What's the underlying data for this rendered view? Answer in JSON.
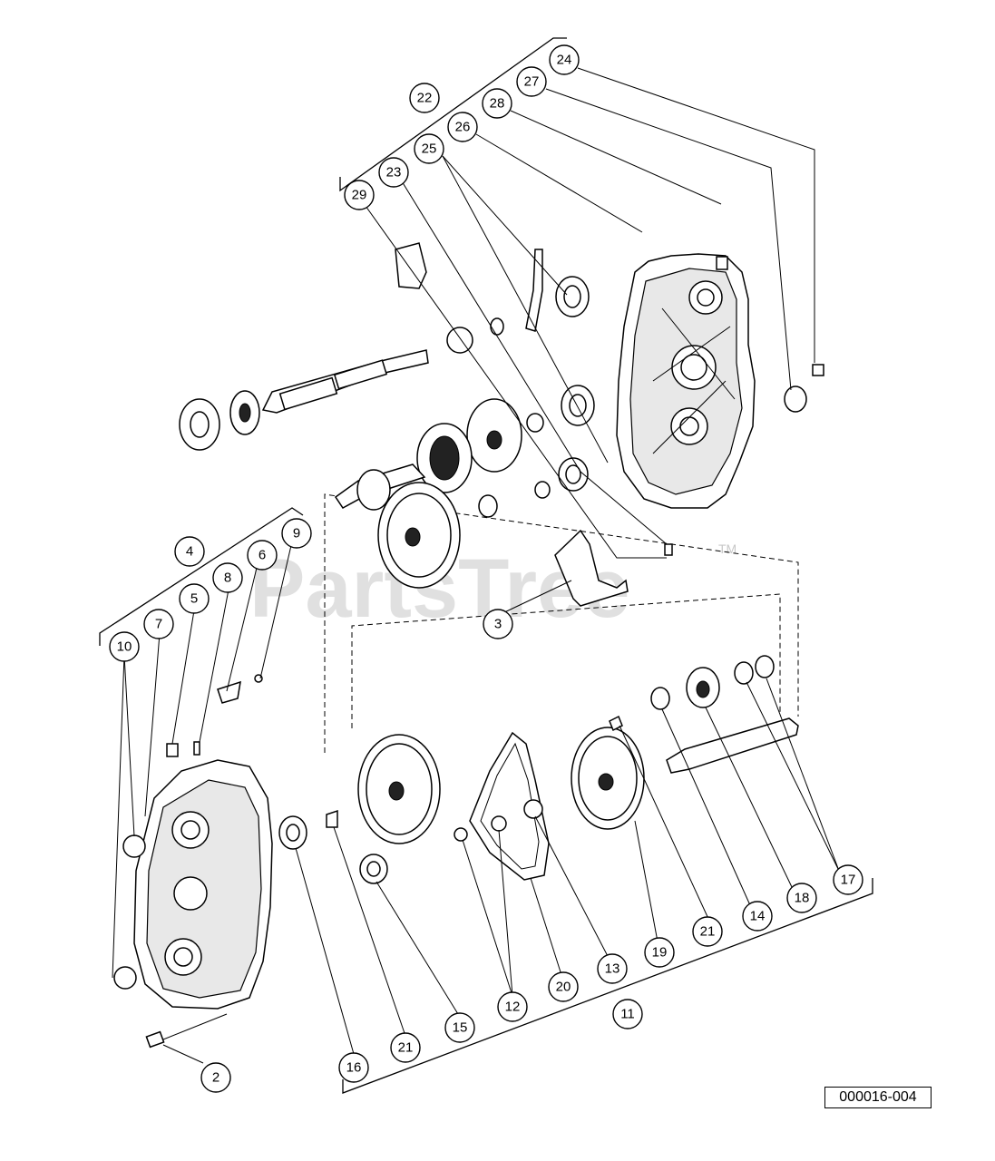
{
  "watermark": {
    "text": "PartsTree",
    "trademark": "TM"
  },
  "reference_number": "000016-004",
  "callouts": [
    {
      "id": "24",
      "label": "24"
    },
    {
      "id": "27",
      "label": "27"
    },
    {
      "id": "28",
      "label": "28"
    },
    {
      "id": "22",
      "label": "22"
    },
    {
      "id": "26",
      "label": "26"
    },
    {
      "id": "25",
      "label": "25"
    },
    {
      "id": "23",
      "label": "23"
    },
    {
      "id": "29",
      "label": "29"
    },
    {
      "id": "9",
      "label": "9"
    },
    {
      "id": "4",
      "label": "4"
    },
    {
      "id": "6",
      "label": "6"
    },
    {
      "id": "8",
      "label": "8"
    },
    {
      "id": "5",
      "label": "5"
    },
    {
      "id": "7",
      "label": "7"
    },
    {
      "id": "10",
      "label": "10"
    },
    {
      "id": "3",
      "label": "3"
    },
    {
      "id": "17",
      "label": "17"
    },
    {
      "id": "18",
      "label": "18"
    },
    {
      "id": "14",
      "label": "14"
    },
    {
      "id": "21a",
      "label": "21"
    },
    {
      "id": "19",
      "label": "19"
    },
    {
      "id": "13",
      "label": "13"
    },
    {
      "id": "20",
      "label": "20"
    },
    {
      "id": "12",
      "label": "12"
    },
    {
      "id": "11",
      "label": "11"
    },
    {
      "id": "15",
      "label": "15"
    },
    {
      "id": "21b",
      "label": "21"
    },
    {
      "id": "16",
      "label": "16"
    },
    {
      "id": "2",
      "label": "2"
    }
  ]
}
